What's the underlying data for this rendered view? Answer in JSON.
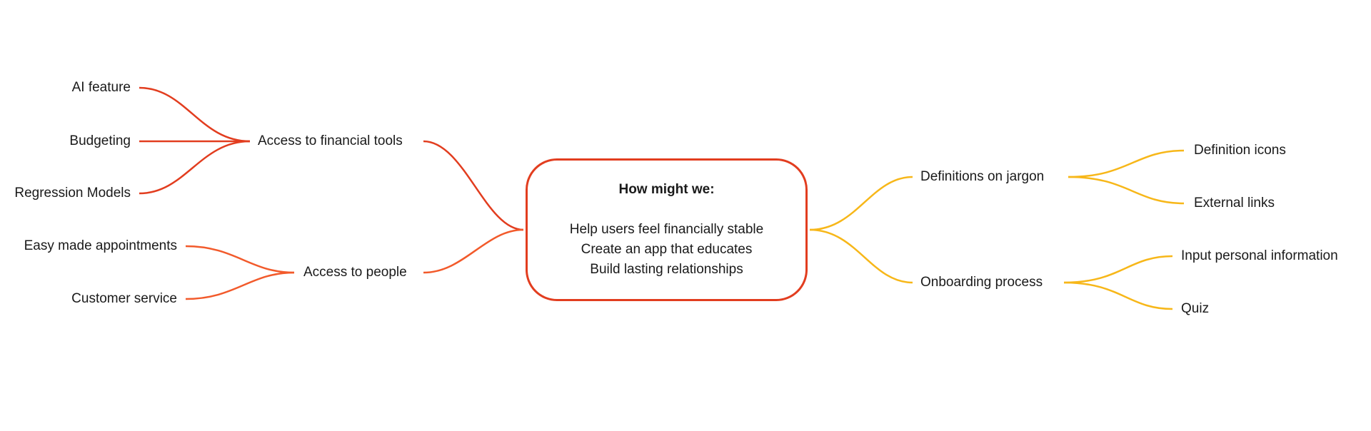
{
  "center": {
    "title": "How might we:",
    "lines": [
      "Help users feel financially stable",
      "Create an app that educates",
      "Build lasting relationships"
    ]
  },
  "left_branches": {
    "financial_tools": {
      "label": "Access to financial tools",
      "children": [
        "AI feature",
        "Budgeting",
        "Regression Models"
      ]
    },
    "people": {
      "label": "Access to people",
      "children": [
        "Easy made appointments",
        "Customer service"
      ]
    }
  },
  "right_branches": {
    "jargon": {
      "label": "Definitions on jargon",
      "children": [
        "Definition icons",
        "External links"
      ]
    },
    "onboarding": {
      "label": "Onboarding process",
      "children": [
        "Input personal information",
        "Quiz"
      ]
    }
  },
  "colors": {
    "center_border": "#e23d1f",
    "financial_tools_branch": "#e23d1f",
    "people_branch": "#f25a2b",
    "right_branches": "#f7b719"
  }
}
